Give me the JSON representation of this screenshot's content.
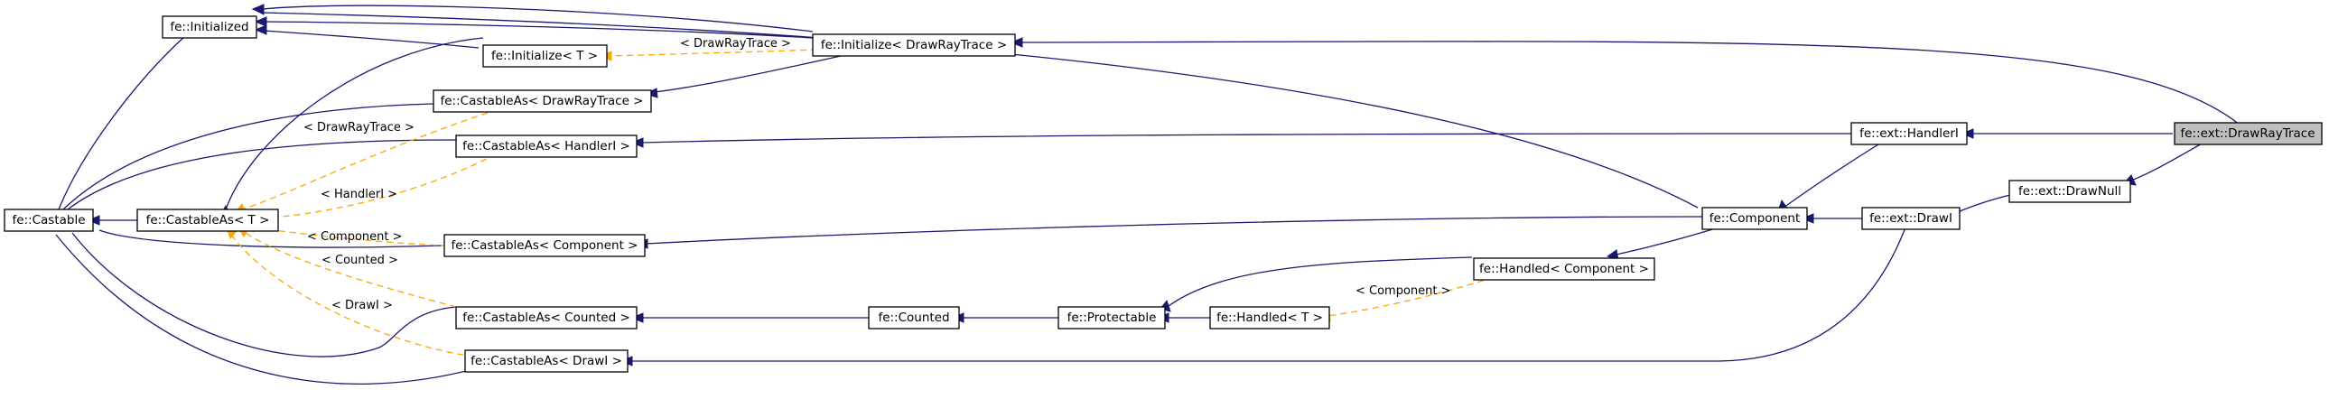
{
  "graph": {
    "nodes": [
      {
        "id": "initialized",
        "label": "fe::Initialized"
      },
      {
        "id": "castable",
        "label": "fe::Castable"
      },
      {
        "id": "initialize_t",
        "label": "fe::Initialize< T >"
      },
      {
        "id": "initialize_drt",
        "label": "fe::Initialize< DrawRayTrace >"
      },
      {
        "id": "castableas_drt",
        "label": "fe::CastableAs< DrawRayTrace >"
      },
      {
        "id": "castableas_handleri",
        "label": "fe::CastableAs< HandlerI >"
      },
      {
        "id": "castableas_t",
        "label": "fe::CastableAs< T >"
      },
      {
        "id": "castableas_component",
        "label": "fe::CastableAs< Component >"
      },
      {
        "id": "castableas_counted",
        "label": "fe::CastableAs< Counted >"
      },
      {
        "id": "castableas_drawi",
        "label": "fe::CastableAs< DrawI >"
      },
      {
        "id": "counted",
        "label": "fe::Counted"
      },
      {
        "id": "protectable",
        "label": "fe::Protectable"
      },
      {
        "id": "handled_t",
        "label": "fe::Handled< T >"
      },
      {
        "id": "handled_component",
        "label": "fe::Handled< Component >"
      },
      {
        "id": "component",
        "label": "fe::Component"
      },
      {
        "id": "handleri",
        "label": "fe::ext::HandlerI"
      },
      {
        "id": "drawi",
        "label": "fe::ext::DrawI"
      },
      {
        "id": "drawnull",
        "label": "fe::ext::DrawNull"
      },
      {
        "id": "drawraytrace",
        "label": "fe::ext::DrawRayTrace",
        "focus": true
      }
    ],
    "edge_labels": {
      "drawraytrace_init": "< DrawRayTrace >",
      "drawraytrace_cast": "< DrawRayTrace >",
      "handleri": "< HandlerI >",
      "component_cast": "< Component >",
      "counted": "< Counted >",
      "drawi": "< DrawI >",
      "component_handled": "< Component >"
    }
  },
  "colors": {
    "inheritance": "#191970",
    "template": "#ffa500",
    "focus_fill": "#bfbfbf"
  }
}
